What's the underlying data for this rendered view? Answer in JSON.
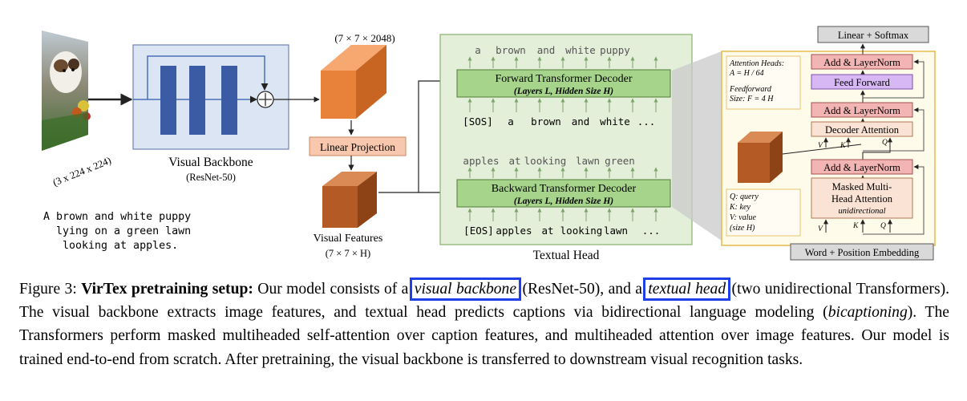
{
  "figure": {
    "input_dims": "(3 x 224 x 224)",
    "input_caption": [
      "A brown and white puppy",
      "lying on a green lawn",
      "looking at apples."
    ],
    "backbone_title": "Visual Backbone",
    "backbone_sub": "(ResNet-50)",
    "feature_dims": "(7 × 7 × 2048)",
    "linear_projection": "Linear Projection",
    "visual_features_title": "Visual Features",
    "visual_features_dims": "(7 × 7 × H)",
    "forward_decoder_title": "Forward Transformer Decoder",
    "forward_decoder_sub": "(Layers L, Hidden Size H)",
    "backward_decoder_title": "Backward Transformer Decoder",
    "backward_decoder_sub": "(Layers L, Hidden Size H)",
    "forward_outputs": [
      "a",
      "brown",
      "and",
      "white",
      "puppy"
    ],
    "forward_inputs": [
      "[SOS]",
      "a",
      "brown",
      "and",
      "white",
      "..."
    ],
    "backward_outputs": [
      "apples",
      "at",
      "looking",
      "lawn",
      "green"
    ],
    "backward_inputs": [
      "[EOS]",
      "apples",
      "at",
      "looking",
      "lawn",
      "..."
    ],
    "textual_head_title": "Textual Head",
    "detail": {
      "linear_softmax": "Linear + Softmax",
      "add_norm": "Add & LayerNorm",
      "feed_forward": "Feed Forward",
      "decoder_attention": "Decoder Attention",
      "masked_line1": "Masked Multi-",
      "masked_line2": "Head Attention",
      "masked_line3": "unidirectional",
      "word_pos_embedding": "Word + Position Embedding",
      "label_v": "V",
      "label_k": "K",
      "label_q": "Q",
      "note_heads_1": "Attention Heads:",
      "note_heads_2": "A = H / 64",
      "note_ff_1": "Feedforward",
      "note_ff_2": "Size: F = 4 H",
      "note_q": "Q: query",
      "note_k": "K: key",
      "note_v": "V: value",
      "note_size": "(size H)"
    },
    "colors": {
      "backbone_fill": "#dce5f4",
      "textual_head_fill": "#e4efd9",
      "decoder_fill": "#a6d48a",
      "cube_orange": "#e8823a",
      "cube_brown": "#b35a25",
      "add_norm_fill": "#f3b4b4",
      "feed_forward_fill": "#d7b8f5",
      "attention_fill": "#fae2d4",
      "highlight": "#1f3fe8"
    }
  },
  "caption": {
    "label": "Figure 3: ",
    "bold_title": "VirTex pretraining setup:",
    "t1": " Our model consists of a ",
    "visual_backbone": "visual backbone",
    "t2": " (ResNet-50), and a ",
    "textual_head": "textual head",
    "t3": " (two unidirectional Transformers). The visual backbone extracts image features, and textual head predicts captions via bidirectional language modeling (",
    "bicaptioning": "bicaptioning",
    "t4": "). The Transformers perform masked multiheaded self-attention over caption features, and multiheaded attention over image features.  Our model is trained end-to-end from scratch.  After pretraining, the visual backbone is transferred to downstream visual recognition tasks."
  }
}
